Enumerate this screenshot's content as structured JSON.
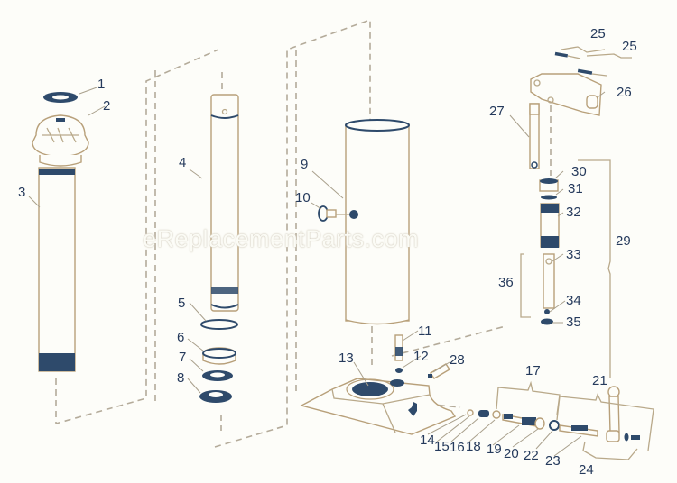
{
  "diagram": {
    "title": "Hydraulic bottle jack exploded parts diagram",
    "watermark": "eReplacementParts.com",
    "colors": {
      "line": "#b8a07a",
      "accent": "#2e4a6b",
      "background": "#fdfdf9",
      "label": "#253a5c"
    },
    "labels": {
      "p1": "1",
      "p2": "2",
      "p3": "3",
      "p4": "4",
      "p5": "5",
      "p6": "6",
      "p7": "7",
      "p8": "8",
      "p9": "9",
      "p10": "10",
      "p11": "11",
      "p12": "12",
      "p13": "13",
      "p14": "14",
      "p15": "15",
      "p16": "16",
      "p17": "17",
      "p18": "18",
      "p19": "19",
      "p20": "20",
      "p21": "21",
      "p22": "22",
      "p23": "23",
      "p24": "24",
      "p25a": "25",
      "p25b": "25",
      "p26": "26",
      "p27": "27",
      "p28": "28",
      "p29": "29",
      "p30": "30",
      "p31": "31",
      "p32": "32",
      "p33": "33",
      "p34": "34",
      "p35": "35",
      "p36": "36"
    }
  }
}
